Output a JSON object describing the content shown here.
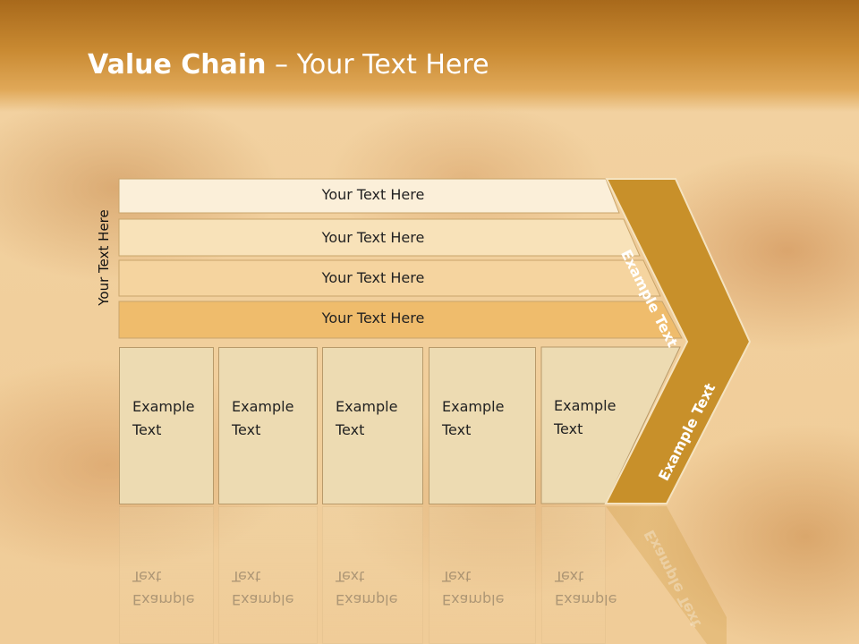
{
  "slide": {
    "title_bold": "Value Chain",
    "title_rest": " – Your Text Here",
    "side_label": "Your Text Here"
  },
  "rows": [
    {
      "label": "Your Text Here"
    },
    {
      "label": "Your Text Here"
    },
    {
      "label": "Your Text Here"
    },
    {
      "label": "Your Text Here"
    }
  ],
  "boxes": [
    {
      "text": "Example Text"
    },
    {
      "text": "Example Text"
    },
    {
      "text": "Example Text"
    },
    {
      "text": "Example Text"
    },
    {
      "text": "Example Text"
    }
  ],
  "chevron": {
    "upper_text": "Example Text",
    "lower_text": "Example Text"
  },
  "colors": {
    "header": "#b8762a",
    "chevron": "#c8902a",
    "row1": "#fbefd9",
    "row2": "#f8e2b9",
    "row3": "#f5d49f",
    "row4": "#efbc6c",
    "box": "#eddbb2"
  }
}
